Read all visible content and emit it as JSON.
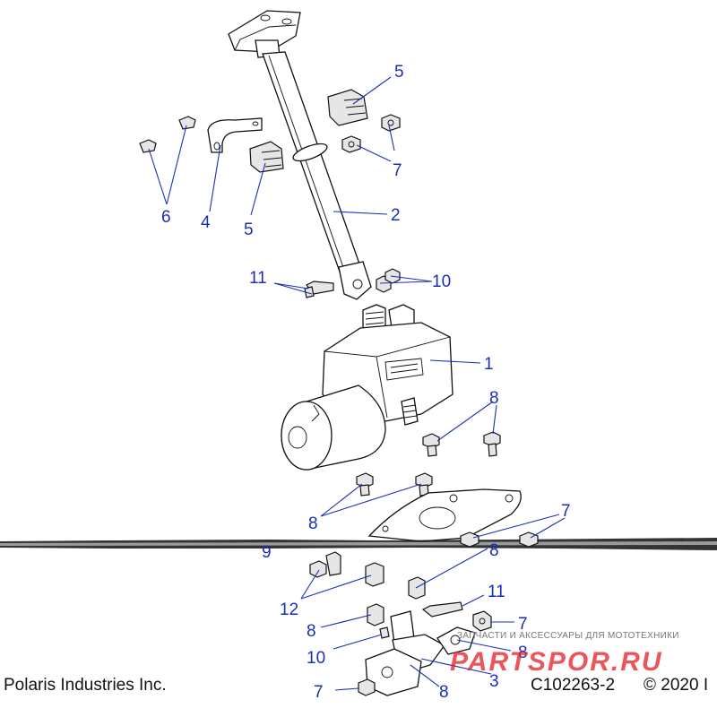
{
  "footer": {
    "manufacturer": "Polaris Industries Inc.",
    "diagram_code": "C102263-2",
    "copyright": "© 2020 I"
  },
  "watermark": {
    "tagline": "ЗАПЧАСТИ И АКСЕССУАРЫ ДЛЯ МОТОТЕХНИКИ",
    "brand": "PARTSPOR.RU",
    "color": "#e31e24"
  },
  "callouts": [
    {
      "id": "c1",
      "label": "1"
    },
    {
      "id": "c2",
      "label": "2"
    },
    {
      "id": "c3",
      "label": "3"
    },
    {
      "id": "c4",
      "label": "4"
    },
    {
      "id": "c5a",
      "label": "5"
    },
    {
      "id": "c5b",
      "label": "5"
    },
    {
      "id": "c6",
      "label": "6"
    },
    {
      "id": "c7a",
      "label": "7"
    },
    {
      "id": "c7b",
      "label": "7"
    },
    {
      "id": "c7c",
      "label": "7"
    },
    {
      "id": "c7d",
      "label": "7"
    },
    {
      "id": "c8a",
      "label": "8"
    },
    {
      "id": "c8b",
      "label": "8"
    },
    {
      "id": "c8c",
      "label": "8"
    },
    {
      "id": "c8d",
      "label": "8"
    },
    {
      "id": "c8e",
      "label": "8"
    },
    {
      "id": "c8f",
      "label": "8"
    },
    {
      "id": "c9",
      "label": "9"
    },
    {
      "id": "c10a",
      "label": "10"
    },
    {
      "id": "c10b",
      "label": "10"
    },
    {
      "id": "c11a",
      "label": "11"
    },
    {
      "id": "c11b",
      "label": "11"
    },
    {
      "id": "c12",
      "label": "12"
    }
  ],
  "colors": {
    "callout": "#1a2fb8",
    "line_art": "#111111"
  }
}
